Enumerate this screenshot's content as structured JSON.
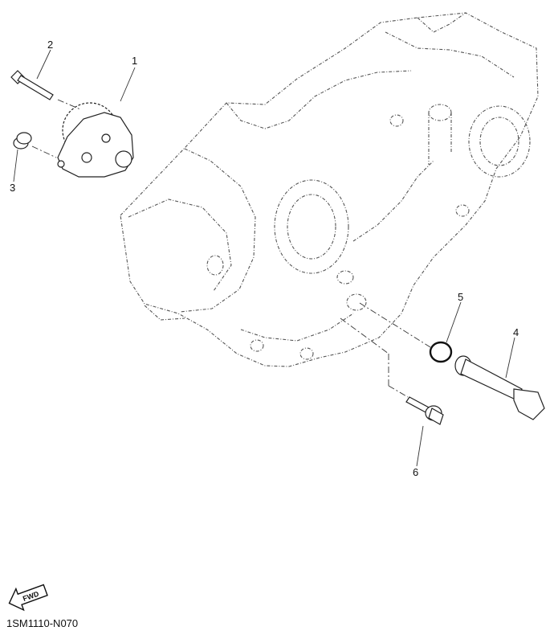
{
  "callouts": [
    {
      "id": "1",
      "name": "oil-pump-assy"
    },
    {
      "id": "2",
      "name": "bolt"
    },
    {
      "id": "3",
      "name": "collar"
    },
    {
      "id": "4",
      "name": "oil-strainer"
    },
    {
      "id": "5",
      "name": "o-ring"
    },
    {
      "id": "6",
      "name": "flange-bolt"
    }
  ],
  "fwd_label": "FWD",
  "diagram_code": "1SM1110-N070"
}
